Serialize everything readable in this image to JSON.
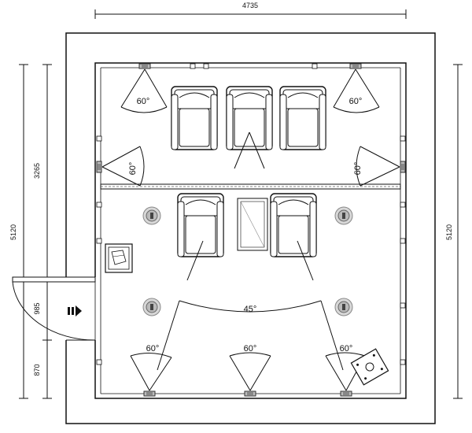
{
  "dimensions": {
    "top_width": "4735",
    "left_total": "5120",
    "right_total": "5120",
    "left_upper": "3265",
    "left_door": "985",
    "left_lower": "870"
  },
  "angles": {
    "top_left": "60°",
    "top_right": "60°",
    "side_left": "60°",
    "side_right": "60°",
    "center_wide": "45°",
    "bottom_left": "60°",
    "bottom_center": "60°",
    "bottom_right": "60°"
  },
  "icons": {
    "entry": "entry-arrow-icon",
    "seat": "recliner-seat-icon",
    "speaker": "ceiling-speaker-icon",
    "cabinet": "equipment-rack-icon",
    "subwoofer": "subwoofer-icon"
  }
}
